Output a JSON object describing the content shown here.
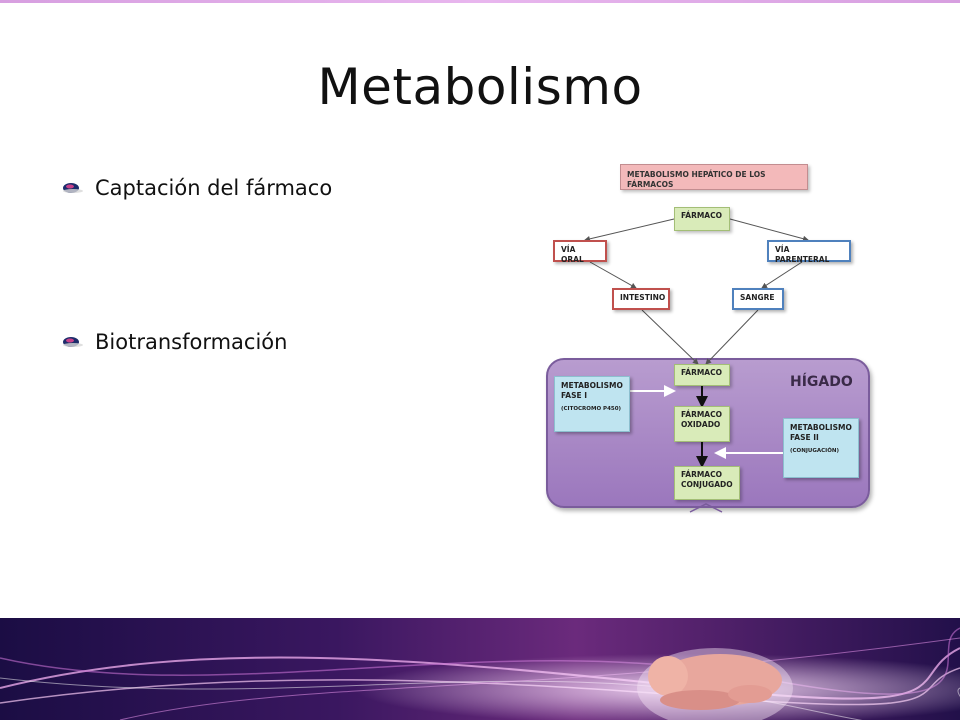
{
  "slide": {
    "title": "Metabolismo",
    "bullets": [
      "Captación del fármaco",
      "Biotransformación"
    ]
  },
  "diagram": {
    "header": "METABOLISMO HEPÁTICO DE LOS FÁRMACOS",
    "farmaco": "FÁRMACO",
    "via_oral": "VÍA ORAL",
    "via_parenteral": "VÍA PARENTERAL",
    "intestino": "INTESTINO",
    "sangre": "SANGRE",
    "higado": "HÍGADO",
    "farmaco_liver": "FÁRMACO",
    "oxidado": "FÁRMACO OXIDADO",
    "conjugado": "FÁRMACO CONJUGADO",
    "fase1_title": "METABOLISMO FASE I",
    "fase1_sub": "(CITOCROMO P450)",
    "fase2_title": "METABOLISMO FASE II",
    "fase2_sub": "(CONJUGACIÓN)"
  },
  "colors": {
    "liver": "#9b77bd",
    "green_box": "#d9ebb9",
    "red_border": "#c0504d",
    "blue_border": "#4f81bd",
    "cyan_box": "#bfe4f0",
    "header_box": "#f3b9ba"
  }
}
